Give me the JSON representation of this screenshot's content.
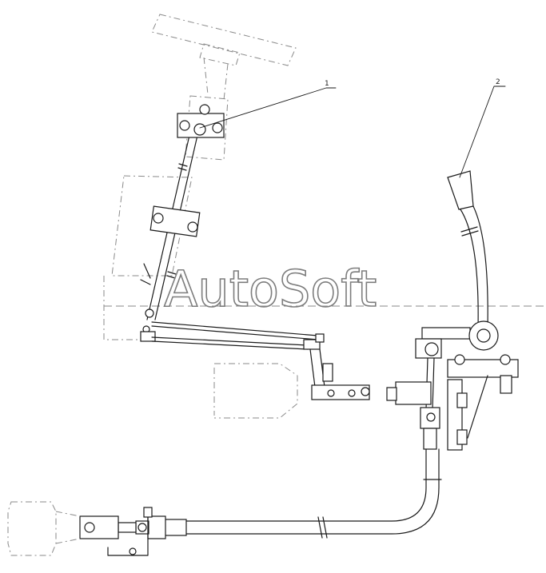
{
  "callouts": [
    "1",
    "2"
  ],
  "watermark": "AutoSoft",
  "colors": {
    "line": "#1a1a1a",
    "hidden": "#8a8a8a",
    "watermark": "#7d7d7d"
  }
}
